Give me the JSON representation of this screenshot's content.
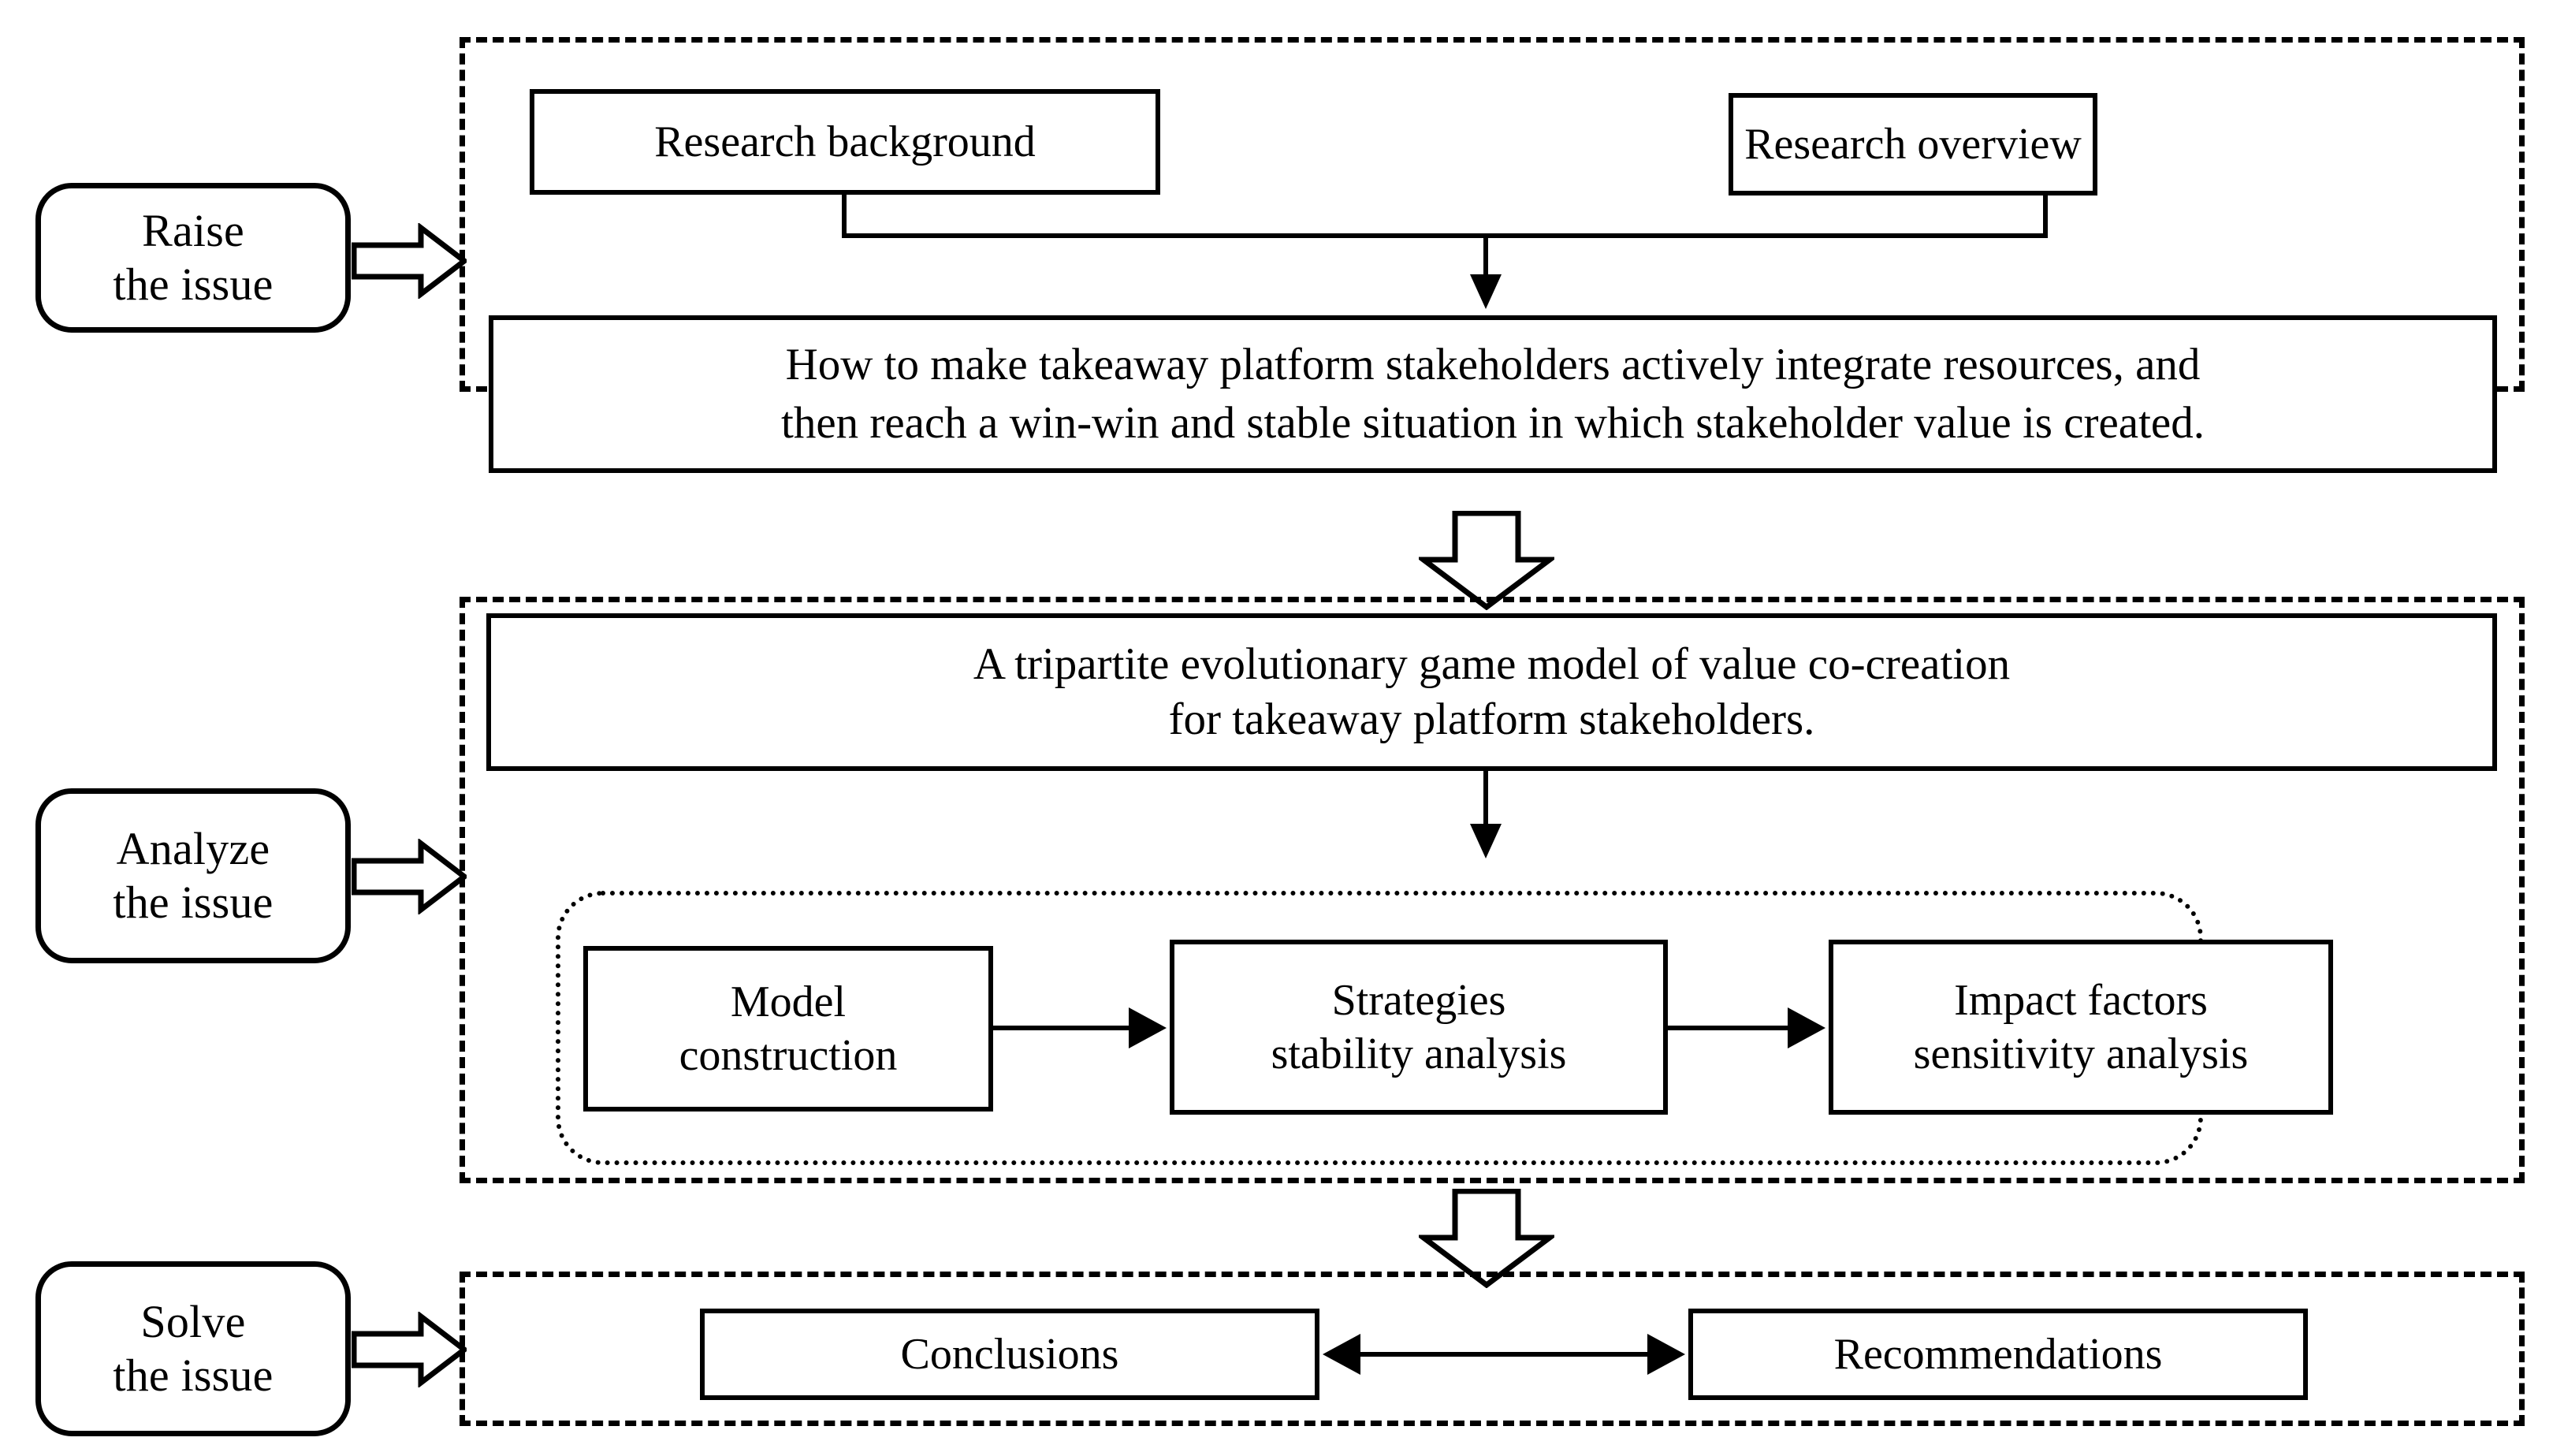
{
  "diagram": {
    "title": "Research framework flowchart",
    "accent_color": "#000000",
    "background_color": "#ffffff",
    "phases": [
      {
        "id": "raise",
        "pill_label": "Raise\nthe issue",
        "connector_icon": "block-arrow-right-icon"
      },
      {
        "id": "analyze",
        "pill_label": "Analyze\nthe issue",
        "connector_icon": "block-arrow-right-icon"
      },
      {
        "id": "solve",
        "pill_label": "Solve\nthe issue",
        "connector_icon": "block-arrow-right-icon"
      }
    ],
    "nodes": {
      "research_background": "Research background",
      "research_overview": "Research overview",
      "problem_statement": "How to make takeaway platform stakeholders actively integrate resources, and\nthen reach a win-win and stable situation in which stakeholder value is created.",
      "game_model": "A tripartite evolutionary game model of value co-creation\nfor takeaway platform stakeholders.",
      "model_construction": "Model\nconstruction",
      "strategies_stability": "Strategies\nstability analysis",
      "impact_factors": "Impact factors\nsensitivity analysis",
      "conclusions": "Conclusions",
      "recommendations": "Recommendations"
    },
    "connectors": {
      "merge_to_problem": "arrow-down-icon",
      "model_to_analysis": "arrow-down-icon",
      "construction_to_strategies": "arrow-right-icon",
      "strategies_to_impact": "arrow-right-icon",
      "raise_to_analyze": "block-arrow-down-icon",
      "analyze_to_solve": "block-arrow-down-icon",
      "conclusions_recommendations": "double-arrow-horizontal-icon"
    }
  }
}
